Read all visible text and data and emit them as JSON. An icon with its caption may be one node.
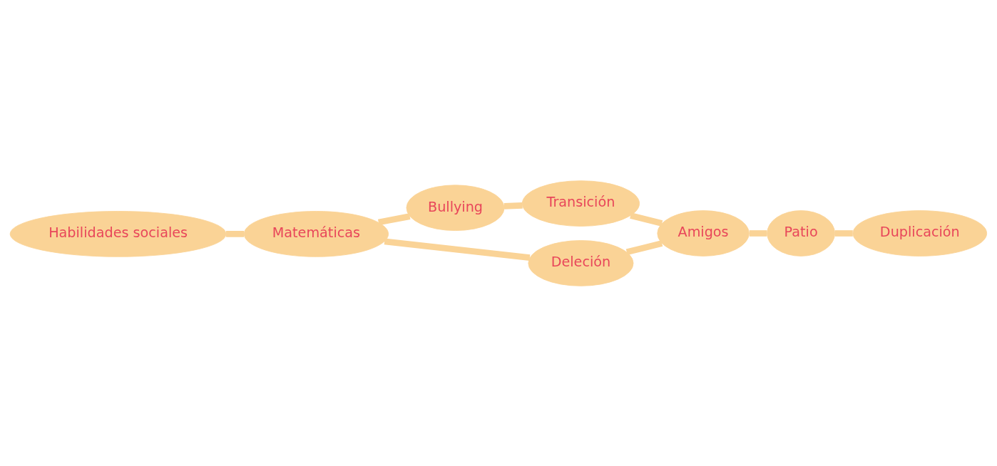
{
  "diagram": {
    "nodes": [
      {
        "text": [
          "Habilidades sociales"
        ]
      },
      {
        "text": [
          "Matemáticas"
        ]
      },
      {
        "text": [
          "Bullying"
        ]
      },
      {
        "text": [
          "Deleción"
        ]
      },
      {
        "text": [
          "Transición"
        ]
      },
      {
        "text": [
          "Amigos"
        ]
      },
      {
        "text": [
          "Patio"
        ]
      },
      {
        "text": [
          "Duplicación"
        ]
      }
    ],
    "edges": [
      {
        "from": 0,
        "to": 1,
        "arrow": "none"
      },
      {
        "from": 1,
        "to": 3,
        "arrow": "none"
      },
      {
        "from": 1,
        "to": 2,
        "arrow": "none"
      },
      {
        "from": 3,
        "to": 5,
        "arrow": "none"
      },
      {
        "from": 2,
        "to": 4,
        "arrow": "none"
      },
      {
        "from": 4,
        "to": 5,
        "arrow": "none"
      },
      {
        "from": 5,
        "to": 6,
        "arrow": "none"
      },
      {
        "from": 6,
        "to": 7,
        "arrow": "none"
      }
    ]
  }
}
